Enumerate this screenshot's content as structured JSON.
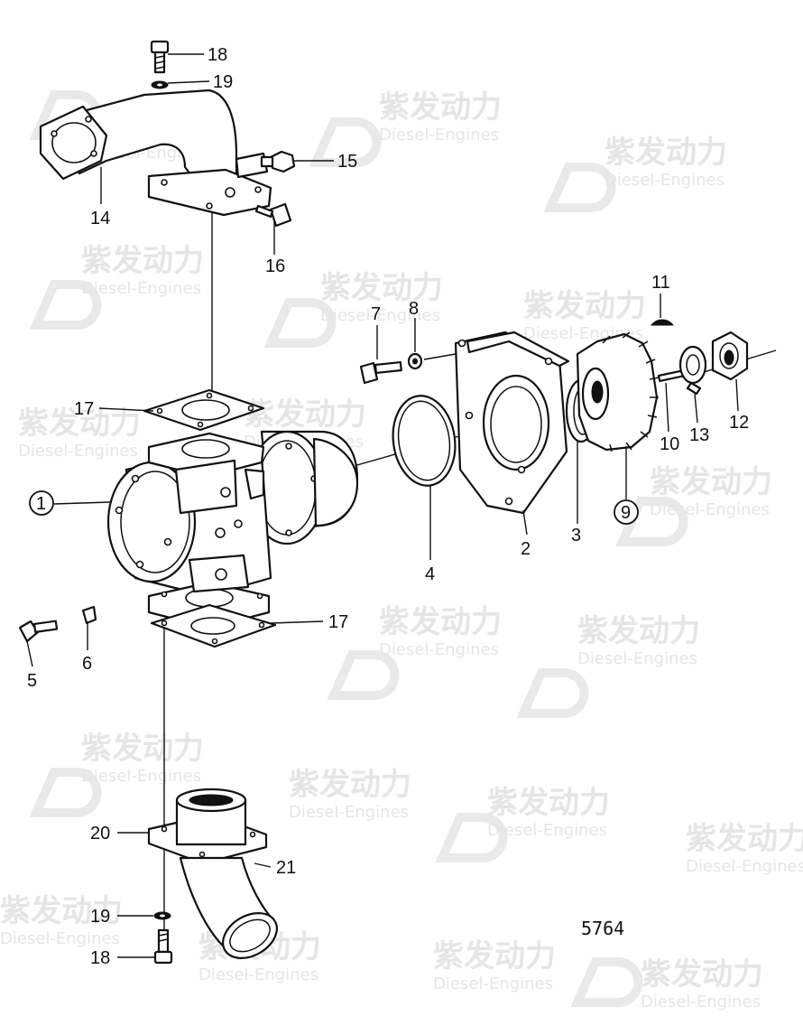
{
  "watermark": {
    "cn": "紫发动力",
    "en": "Diesel-Engines"
  },
  "drawing_number": "5764",
  "callouts": {
    "p1": "1",
    "p2": "2",
    "p3": "3",
    "p4": "4",
    "p5": "5",
    "p6": "6",
    "p7": "7",
    "p8": "8",
    "p9": "9",
    "p10": "10",
    "p11": "11",
    "p12": "12",
    "p13": "13",
    "p14": "14",
    "p15": "15",
    "p16": "16",
    "p17a": "17",
    "p17b": "17",
    "p18a": "18",
    "p18b": "18",
    "p19a": "19",
    "p19b": "19",
    "p20": "20",
    "p21": "21"
  }
}
